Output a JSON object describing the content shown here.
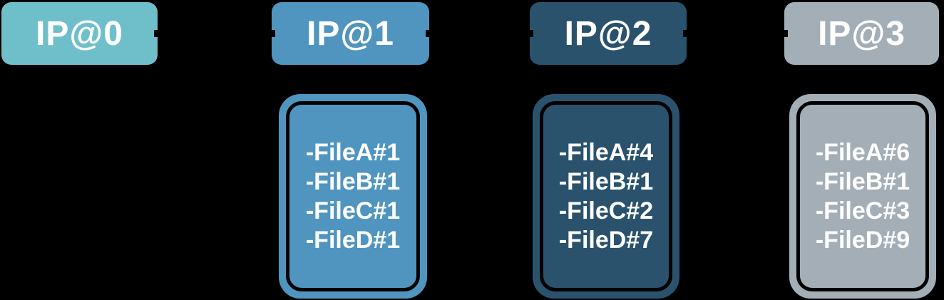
{
  "background_color": "#000000",
  "text_color": "#ffffff",
  "connector_color": "#000000",
  "columns": [
    {
      "header": {
        "label": "IP@0",
        "color": "#6FBFCA"
      },
      "card": null
    },
    {
      "header": {
        "label": "IP@1",
        "color": "#5095BF"
      },
      "card": {
        "color": "#5095BF",
        "stroke_color": "#000000",
        "files": [
          "-FileA#1",
          "-FileB#1",
          "-FileC#1",
          "-FileD#1"
        ]
      }
    },
    {
      "header": {
        "label": "IP@2",
        "color": "#2A526D"
      },
      "card": {
        "color": "#2A526D",
        "stroke_color": "#000000",
        "files": [
          "-FileA#4",
          "-FileB#1",
          "-FileC#2",
          "-FileD#7"
        ]
      }
    },
    {
      "header": {
        "label": "IP@3",
        "color": "#A4AEB6"
      },
      "card": {
        "color": "#A4AEB6",
        "stroke_color": "#000000",
        "files": [
          "-FileA#6",
          "-FileB#1",
          "-FileC#3",
          "-FileD#9"
        ]
      }
    }
  ],
  "connectors": [
    {
      "from": "IP@0",
      "to": "IP@1",
      "color": "#000000"
    },
    {
      "from": "IP@1",
      "to": "IP@2",
      "color": "#000000"
    },
    {
      "from": "IP@2",
      "to": "IP@3",
      "color": "#000000"
    }
  ]
}
